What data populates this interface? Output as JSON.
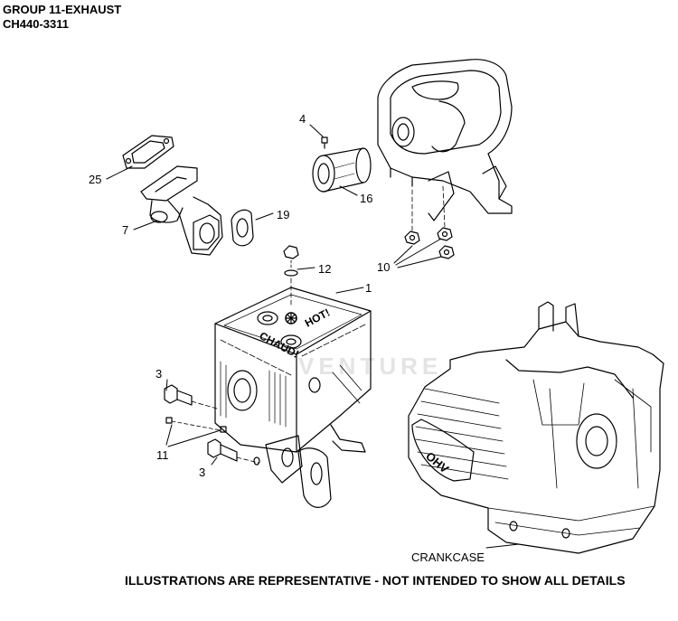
{
  "header": {
    "title": "GROUP 11-EXHAUST",
    "model": "CH440-3311"
  },
  "callouts": {
    "c1": "1",
    "c3a": "3",
    "c3b": "3",
    "c4": "4",
    "c7": "7",
    "c10": "10",
    "c11": "11",
    "c12": "12",
    "c16": "16",
    "c19": "19",
    "c25": "25"
  },
  "labels": {
    "crankcase": "CRANKCASE",
    "muffler_text_1": "CHAUD!",
    "muffler_text_2": "HOT!",
    "engine_badge": "OHV"
  },
  "watermark": "VENTURE",
  "footnote": "ILLUSTRATIONS ARE REPRESENTATIVE - NOT INTENDED TO SHOW ALL DETAILS"
}
